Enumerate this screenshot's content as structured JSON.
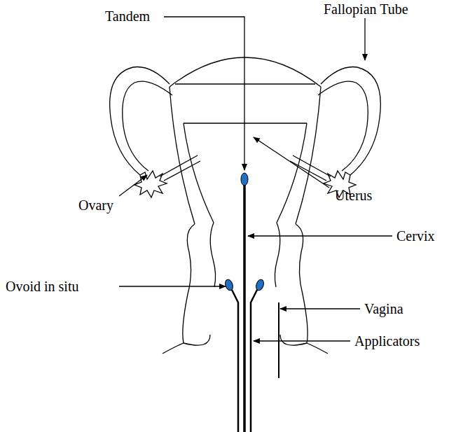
{
  "diagram": {
    "labels": [
      "Tandem",
      "Fallopian Tube",
      "Uterus",
      "Ovary",
      "Cervix",
      "Ovoid in situ",
      "Vagina",
      "Applicators"
    ]
  }
}
